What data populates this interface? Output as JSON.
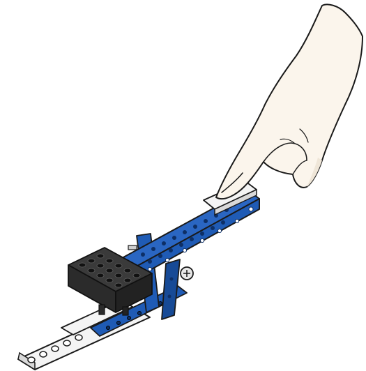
{
  "illustration": {
    "colors": {
      "background": "#ffffff",
      "outline": "#1a1a1a",
      "blue_beam": "#1f5bb5",
      "blue_beam_shade": "#174a96",
      "white_beam": "#f4f4f4",
      "white_beam_shade": "#d9d9d9",
      "black_brick": "#2b2b2b",
      "black_brick_top": "#3a3a3a",
      "hand_fill": "#fbf5ec",
      "hand_shadow": "#efe6d8"
    },
    "parts": [
      "hand",
      "blue-lever-arm",
      "white-base-beam",
      "black-brick",
      "blue-support-frame",
      "axle-pin"
    ]
  }
}
